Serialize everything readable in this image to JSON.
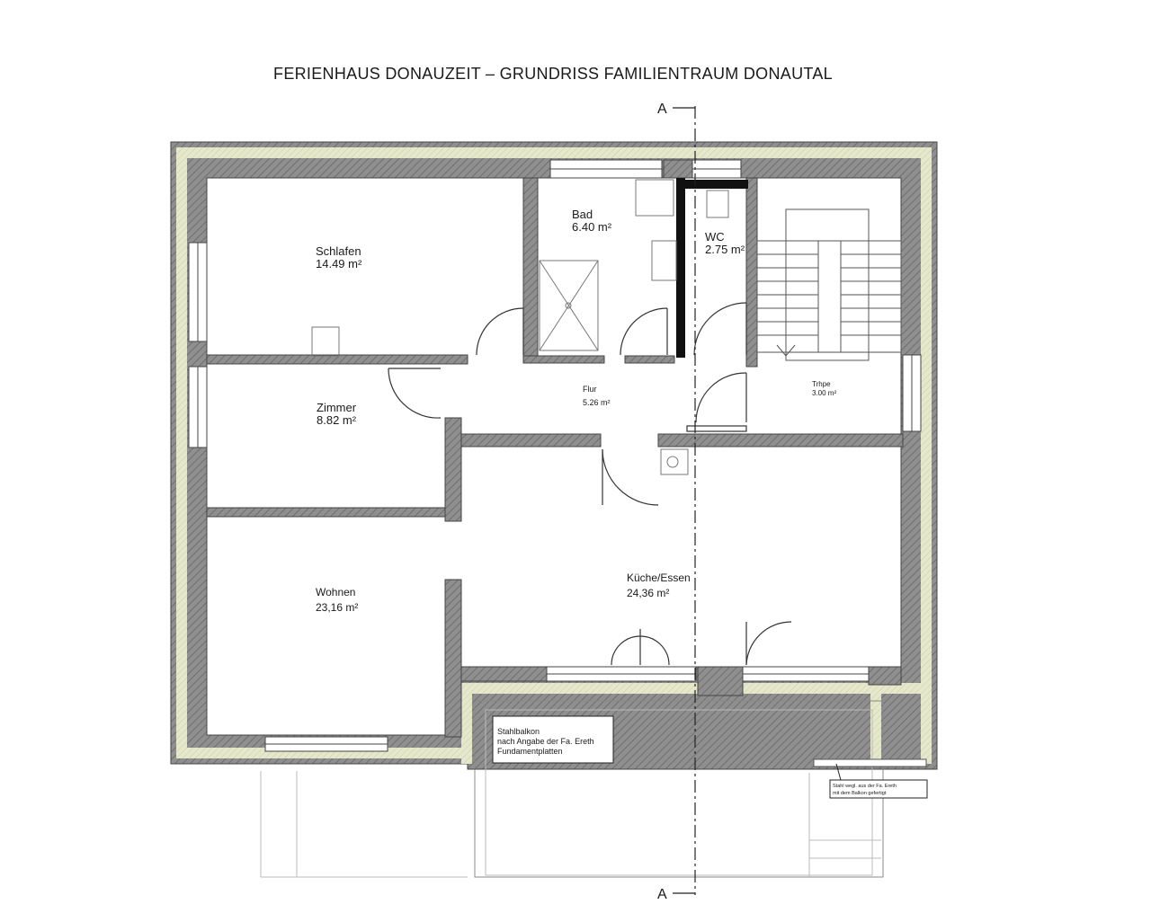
{
  "title": "FERIENHAUS DONAUZEIT – GRUNDRISS FAMILIENTRAUM DONAUTAL",
  "section_mark": "A",
  "rooms": {
    "schlafen": {
      "name": "Schlafen",
      "area": "14.49 m²"
    },
    "bad": {
      "name": "Bad",
      "area": "6.40 m²"
    },
    "wc": {
      "name": "WC",
      "area": "2.75 m²"
    },
    "zimmer": {
      "name": "Zimmer",
      "area": "8.82 m²"
    },
    "flur": {
      "name": "Flur",
      "area": "5.26 m²"
    },
    "treppe": {
      "name": "Trhpe",
      "area": "3.00 m²"
    },
    "wohnen": {
      "name": "Wohnen",
      "area": "23,16 m²"
    },
    "kueche": {
      "name": "Küche/Essen",
      "area": "24,36 m²"
    }
  },
  "notes": {
    "balkon": [
      "Stahlbalkon",
      "nach Angabe der Fa. Ereth",
      "Fundamentplatten"
    ],
    "stairs_note": [
      "Stahl wegl. aus der Fa. Ereth",
      "mit dem Balkon gefertigt"
    ]
  },
  "colors": {
    "wall_outer": "#8a8a8a",
    "insulation": "#e4e6c8",
    "wall_inner": "#9a9a9a",
    "line": "#333333"
  }
}
